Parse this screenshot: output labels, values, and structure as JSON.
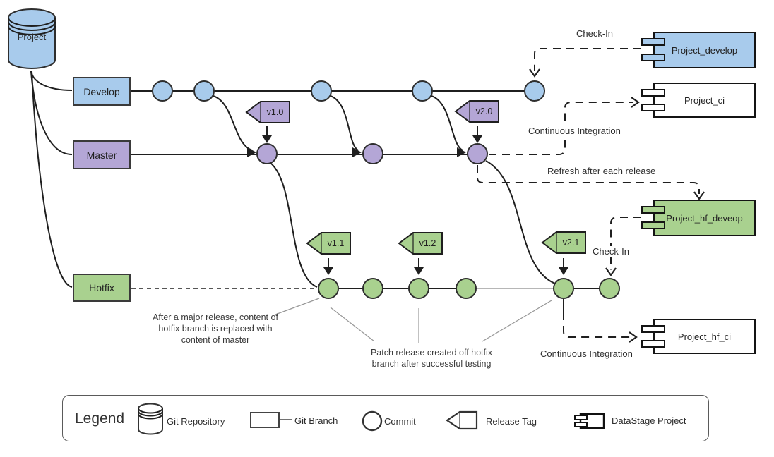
{
  "repository": {
    "label": "Project"
  },
  "branches": [
    {
      "id": "develop",
      "label": "Develop"
    },
    {
      "id": "master",
      "label": "Master"
    },
    {
      "id": "hotfix",
      "label": "Hotfix"
    }
  ],
  "tags": [
    {
      "label": "v1.0"
    },
    {
      "label": "v2.0"
    },
    {
      "label": "v1.1"
    },
    {
      "label": "v1.2"
    },
    {
      "label": "v2.1"
    }
  ],
  "components": [
    {
      "label": "Project_develop"
    },
    {
      "label": "Project_ci"
    },
    {
      "label": "Project_hf_deveop"
    },
    {
      "label": "Project_hf_ci"
    }
  ],
  "connectors": {
    "check_in_develop": "Check-In",
    "ci_develop": "Continuous Integration",
    "refresh": "Refresh after each release",
    "check_in_hotfix": "Check-In",
    "ci_hotfix": "Continuous Integration"
  },
  "annotations": [
    {
      "lines": [
        "After a major release, content of",
        "hotfix branch is replaced with",
        "content of master"
      ]
    },
    {
      "lines": [
        "Patch release created off hotfix",
        "branch after successful testing"
      ]
    }
  ],
  "legend": {
    "title": "Legend",
    "items": [
      {
        "label": "Git Repository"
      },
      {
        "label": "Git Branch"
      },
      {
        "label": "Commit"
      },
      {
        "label": "Release Tag"
      },
      {
        "label": "DataStage Project"
      }
    ]
  },
  "colors": {
    "blue": "#A8CBEC",
    "purple": "#B4A6D6",
    "green": "#A9D18F",
    "white": "#FFFFFF",
    "stroke": "#2E2E2E"
  }
}
